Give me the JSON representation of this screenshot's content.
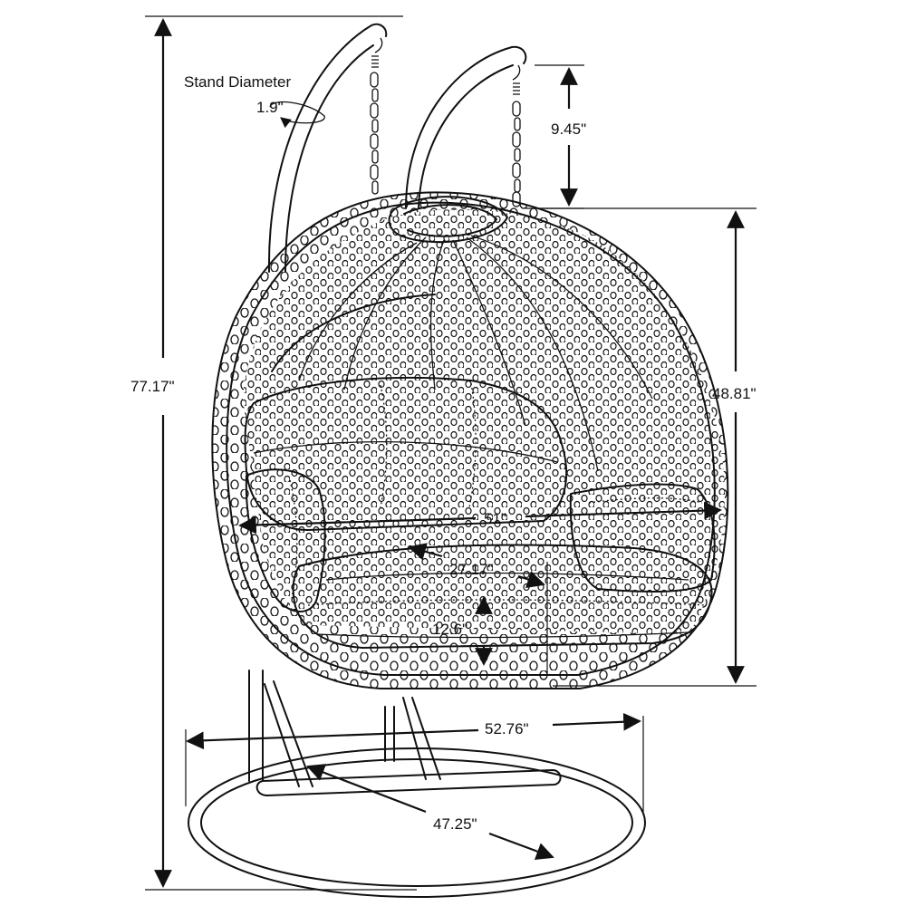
{
  "diagram": {
    "labels": {
      "stand_diameter_title": "Stand Diameter",
      "stand_diameter_value": "1.9\"",
      "hook_drop": "9.45\"",
      "overall_height": "77.17\"",
      "basket_height": "48.81\"",
      "basket_width": "51\"",
      "seat_depth": "27.17\"",
      "seat_height": "12.6\"",
      "base_width": "52.76\"",
      "base_depth": "47.25\""
    },
    "colors": {
      "line": "#111111",
      "background": "#ffffff"
    }
  }
}
